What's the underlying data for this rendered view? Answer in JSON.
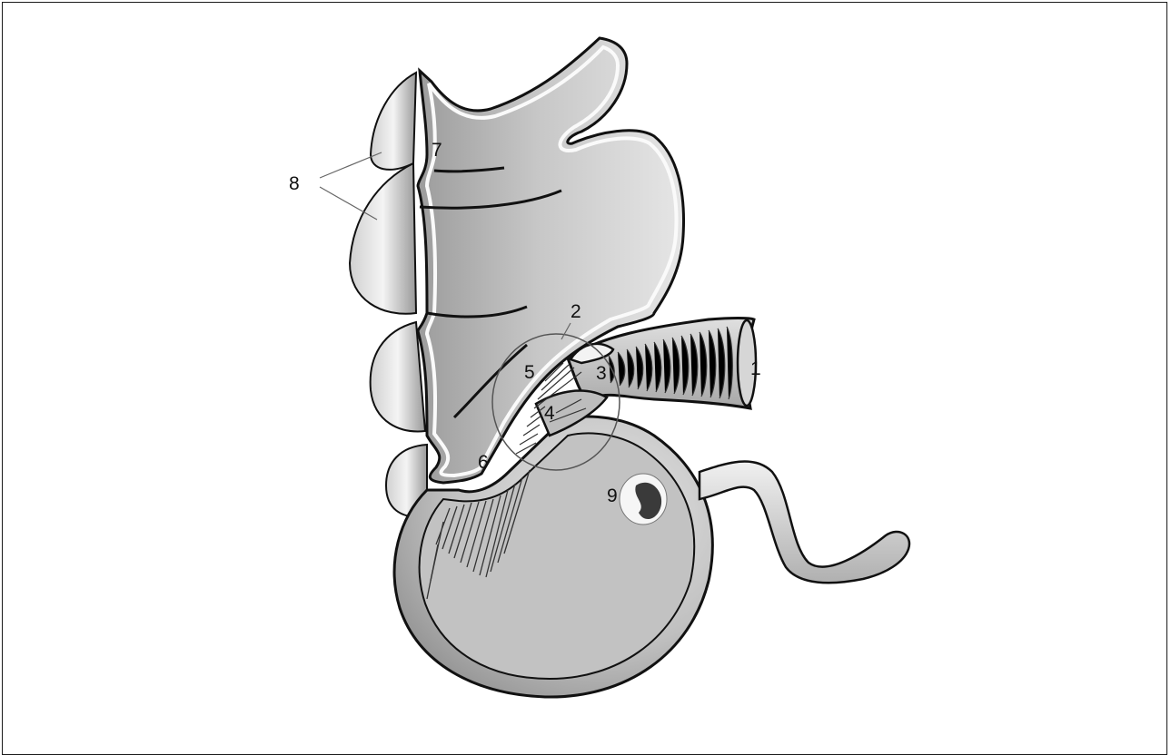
{
  "labels": {
    "l1": "1",
    "l2": "2",
    "l3": "3",
    "l4": "4",
    "l5": "5",
    "l6": "6",
    "l7": "7",
    "l8": "8",
    "l9": "9"
  },
  "colors": {
    "wall": "#b8b8b8",
    "lumen": "#c8c8c8",
    "outline": "#111111",
    "highlight": "#f2f2f2"
  }
}
